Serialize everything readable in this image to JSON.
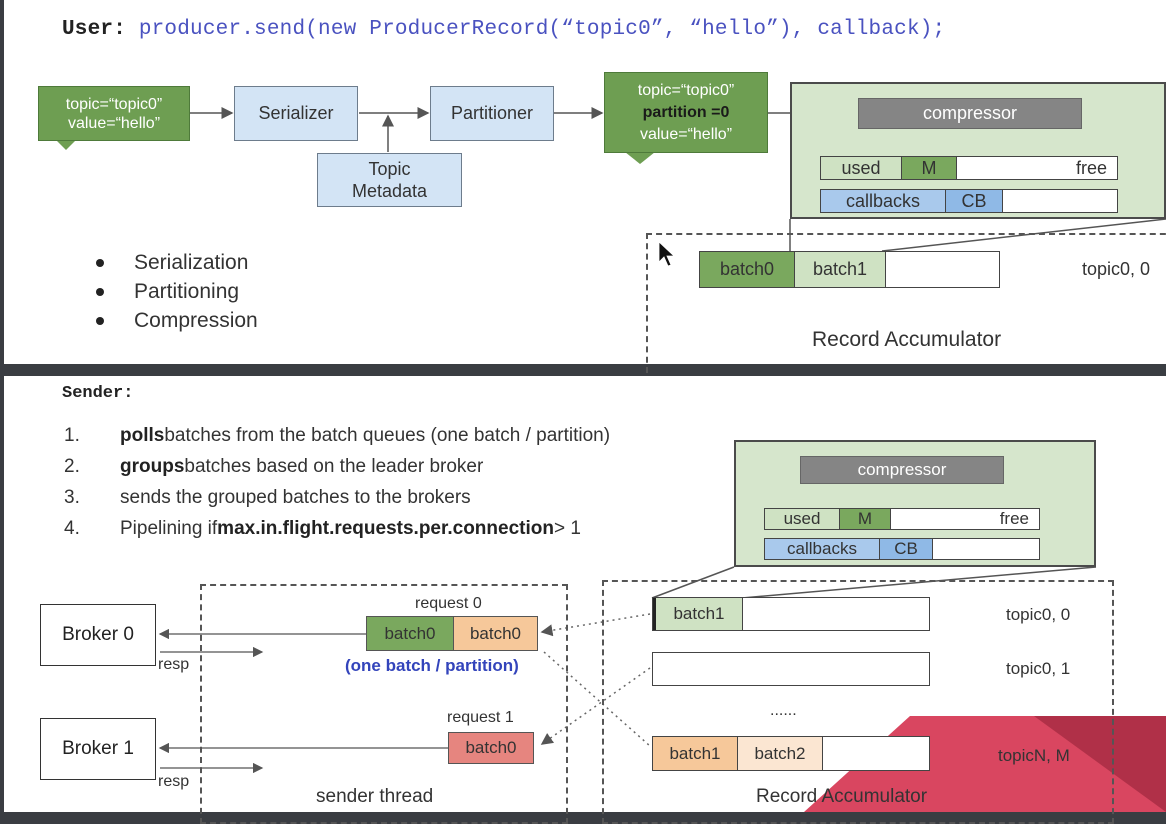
{
  "user_line": {
    "prefix": "User:",
    "code": "producer.send(new ProducerRecord(“topic0”, “hello”), callback);"
  },
  "record_box": {
    "line1": "topic=“topic0”",
    "line2": "value=“hello”"
  },
  "serializer": "Serializer",
  "partitioner": "Partitioner",
  "topic_metadata": {
    "line1": "Topic",
    "line2": "Metadata"
  },
  "partitioned_box": {
    "line1": "topic=“topic0”",
    "line2": "partition =0",
    "line3": "value=“hello”"
  },
  "top_buffer": {
    "compressor": "compressor",
    "used": "used",
    "m": "M",
    "free": "free",
    "callbacks": "callbacks",
    "cb": "CB"
  },
  "top_queue": {
    "batch0": "batch0",
    "batch1": "batch1",
    "tp": "topic0, 0"
  },
  "top_accumulator_label": "Record Accumulator",
  "bullets": [
    "Serialization",
    "Partitioning",
    "Compression"
  ],
  "sender_title": "Sender:",
  "steps": [
    {
      "num": "1.",
      "bold": "polls",
      "rest": " batches from the batch queues (one batch / partition)"
    },
    {
      "num": "2.",
      "bold": "groups",
      "rest": " batches based on the leader broker"
    },
    {
      "num": "3.",
      "bold": "",
      "rest": "sends the grouped batches to the brokers"
    },
    {
      "num": "4.",
      "pre": "Pipelining if ",
      "bold": "max.in.flight.requests.per.connection",
      "rest": " > 1"
    }
  ],
  "bottom_buffer": {
    "compressor": "compressor",
    "used": "used",
    "m": "M",
    "free": "free",
    "callbacks": "callbacks",
    "cb": "CB"
  },
  "brokers": [
    "Broker 0",
    "Broker 1"
  ],
  "resp": "resp",
  "request0": {
    "label": "request 0",
    "b1": "batch0",
    "b2": "batch0",
    "note": "(one batch / partition)"
  },
  "request1": {
    "label": "request 1",
    "b1": "batch0"
  },
  "sender_thread": "sender thread",
  "queues": [
    {
      "cells": [
        "batch1"
      ],
      "tp": "topic0, 0"
    },
    {
      "cells": [],
      "tp": "topic0, 1"
    },
    {
      "cells": [
        "batch1",
        "batch2"
      ],
      "tp": "topicN, M"
    }
  ],
  "ellipsis": "......",
  "bottom_accumulator_label": "Record Accumulator",
  "colors": {
    "background": "#3a3d42",
    "green": "#6e9e52",
    "blue": "#d3e4f5",
    "code": "#4a52c0",
    "note": "#3344bb",
    "accent": "#d94660"
  }
}
